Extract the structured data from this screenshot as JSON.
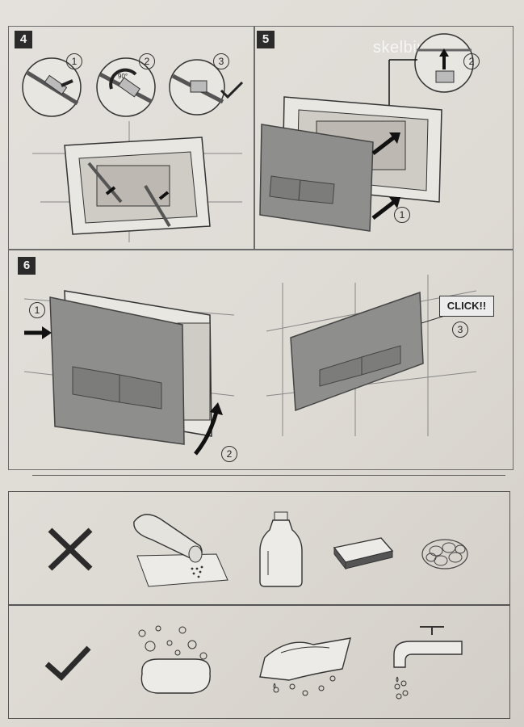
{
  "steps": [
    {
      "number": "4",
      "substeps": [
        "1",
        "2",
        "3"
      ],
      "rotation_label": "90°"
    },
    {
      "number": "5",
      "substeps": [
        "1",
        "2"
      ]
    },
    {
      "number": "6",
      "substeps": [
        "1",
        "2",
        "3"
      ],
      "callout": "CLICK!!"
    }
  ],
  "watermark": "skelbiu.lt",
  "care": {
    "dont_icons": [
      "cross-mark-icon",
      "abrasive-powder-icon",
      "chemical-bottle-icon",
      "scouring-sponge-icon",
      "steel-wool-icon"
    ],
    "do_icons": [
      "check-mark-icon",
      "soapy-water-icon",
      "damp-cloth-icon",
      "water-tap-icon"
    ]
  },
  "colors": {
    "ink": "#2b2b2b",
    "panel": "#8e8e8c",
    "paper": "#e1ded8"
  }
}
